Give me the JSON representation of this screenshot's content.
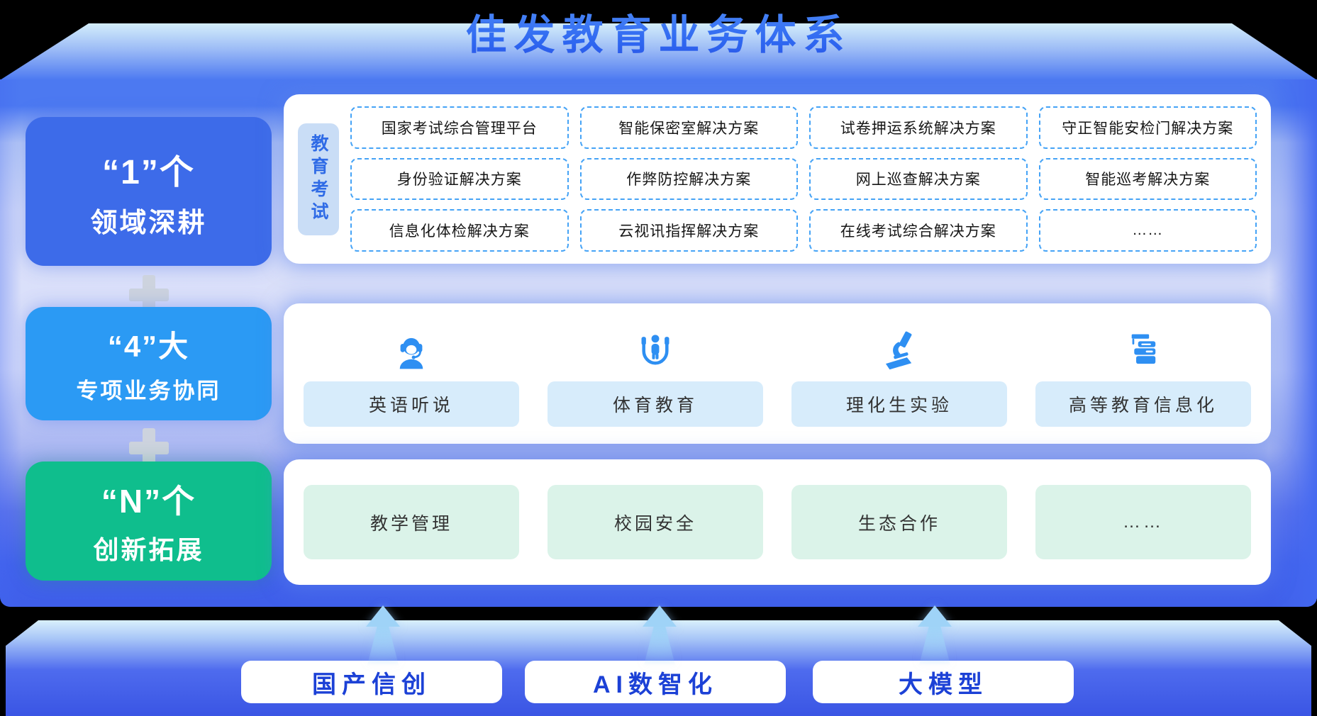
{
  "title": "佳发教育业务体系",
  "left_pillars": [
    {
      "number": "“1”个",
      "label": "领域深耕",
      "color": "#3D6BE9"
    },
    {
      "number": "“4”大",
      "label": "专项业务协同",
      "color": "#2B9AF4"
    },
    {
      "number": "“N”个",
      "label": "创新拓展",
      "color": "#0FBE8D"
    }
  ],
  "exam_section": {
    "sidebar_label": "教育考试",
    "solutions": [
      [
        "国家考试综合管理平台",
        "智能保密室解决方案",
        "试卷押运系统解决方案",
        "守正智能安检门解决方案"
      ],
      [
        "身份验证解决方案",
        "作弊防控解决方案",
        "网上巡查解决方案",
        "智能巡考解决方案"
      ],
      [
        "信息化体检解决方案",
        "云视讯指挥解决方案",
        "在线考试综合解决方案",
        "……"
      ]
    ]
  },
  "business_section": {
    "items": [
      {
        "icon": "headset-agent-icon",
        "label": "英语听说"
      },
      {
        "icon": "jump-rope-icon",
        "label": "体育教育"
      },
      {
        "icon": "microscope-icon",
        "label": "理化生实验"
      },
      {
        "icon": "books-graduation-icon",
        "label": "高等教育信息化"
      }
    ]
  },
  "expansion_section": {
    "items": [
      "教学管理",
      "校园安全",
      "生态合作",
      "……"
    ]
  },
  "foundation": {
    "buttons": [
      "国产信创",
      "AI数智化",
      "大模型"
    ]
  },
  "colors": {
    "pillar_domain": "#3D6BE9",
    "pillar_business": "#2B9AF4",
    "pillar_expansion": "#0FBE8D",
    "chip_border": "#45A3F6",
    "icon_blue": "#2E8FF2",
    "button_text_blue": "#1C41D6",
    "title_blue": "#2F6FF4"
  }
}
